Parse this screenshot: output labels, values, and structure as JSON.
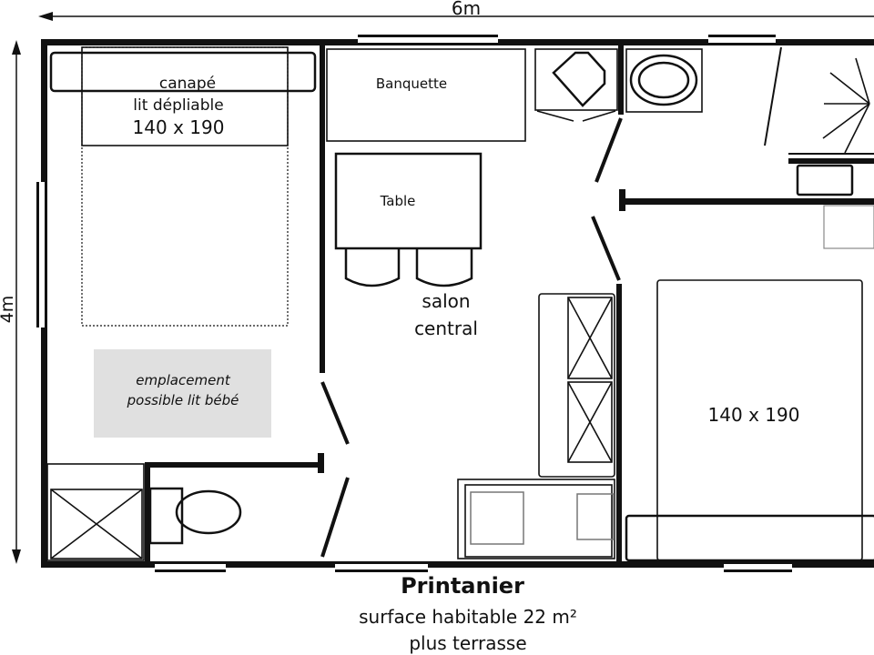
{
  "dimensions": {
    "width": "6m",
    "height": "4m"
  },
  "rooms": {
    "sofa_bed": {
      "line1": "canapé",
      "line2": "lit dépliable",
      "size": "140 x 190"
    },
    "crib": {
      "line1": "emplacement",
      "line2": "possible lit bébé"
    },
    "banquette": "Banquette",
    "table": "Table",
    "living": {
      "line1": "salon",
      "line2": "central"
    },
    "bedroom_bed": "140 x 190"
  },
  "caption": {
    "title": "Printanier",
    "surface": "surface habitable 22 m²",
    "extra": "plus terrasse"
  },
  "colors": {
    "wall": "#111111",
    "crib_zone": "#e0e0e0"
  }
}
